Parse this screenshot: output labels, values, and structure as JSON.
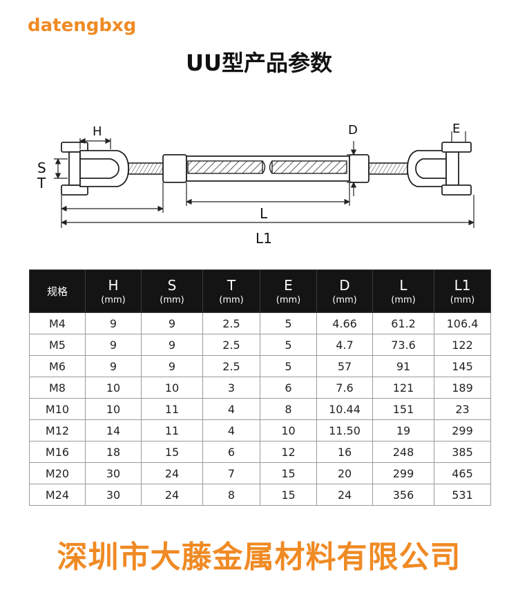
{
  "brand": "datengbxg",
  "title": "UU型产品参数",
  "diagram": {
    "labels": {
      "H": "H",
      "S": "S",
      "T": "T",
      "D": "D",
      "E": "E",
      "L": "L",
      "L1": "L1"
    }
  },
  "table": {
    "first_header": "规格",
    "columns": [
      {
        "symbol": "H",
        "unit": "(mm)"
      },
      {
        "symbol": "S",
        "unit": "(mm)"
      },
      {
        "symbol": "T",
        "unit": "(mm)"
      },
      {
        "symbol": "E",
        "unit": "(mm)"
      },
      {
        "symbol": "D",
        "unit": "(mm)"
      },
      {
        "symbol": "L",
        "unit": "(mm)"
      },
      {
        "symbol": "L1",
        "unit": "(mm)"
      }
    ],
    "rows": [
      [
        "M4",
        "9",
        "9",
        "2.5",
        "5",
        "4.66",
        "61.2",
        "106.4"
      ],
      [
        "M5",
        "9",
        "9",
        "2.5",
        "5",
        "4.7",
        "73.6",
        "122"
      ],
      [
        "M6",
        "9",
        "9",
        "2.5",
        "5",
        "57",
        "91",
        "145"
      ],
      [
        "M8",
        "10",
        "10",
        "3",
        "6",
        "7.6",
        "121",
        "189"
      ],
      [
        "M10",
        "10",
        "11",
        "4",
        "8",
        "10.44",
        "151",
        "23"
      ],
      [
        "M12",
        "14",
        "11",
        "4",
        "10",
        "11.50",
        "19",
        "299"
      ],
      [
        "M16",
        "18",
        "15",
        "6",
        "12",
        "16",
        "248",
        "385"
      ],
      [
        "M20",
        "30",
        "24",
        "7",
        "15",
        "20",
        "299",
        "465"
      ],
      [
        "M24",
        "30",
        "24",
        "8",
        "15",
        "24",
        "356",
        "531"
      ]
    ]
  },
  "company": "深圳市大藤金属材料有限公司",
  "colors": {
    "brand": "#f08a24",
    "header_bg": "#141414"
  }
}
